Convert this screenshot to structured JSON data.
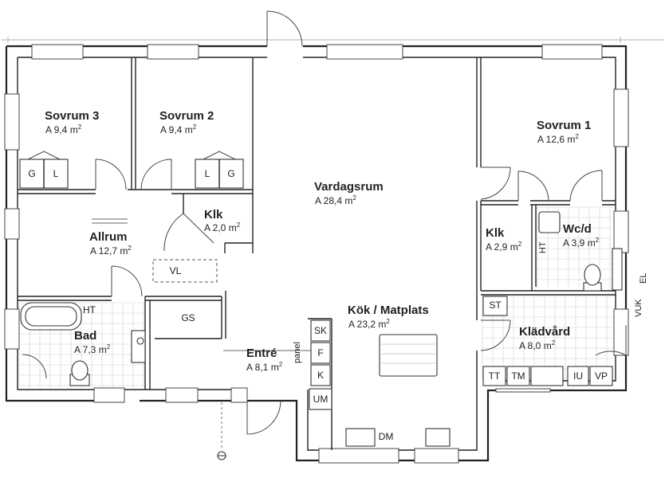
{
  "rooms": [
    {
      "id": "sovrum3",
      "name": "Sovrum 3",
      "area": "A 9,4 m",
      "sup": "2"
    },
    {
      "id": "sovrum2",
      "name": "Sovrum 2",
      "area": "A 9,4 m",
      "sup": "2"
    },
    {
      "id": "vardagsrum",
      "name": "Vardagsrum",
      "area": "A 28,4 m",
      "sup": "2"
    },
    {
      "id": "sovrum1",
      "name": "Sovrum 1",
      "area": "A 12,6 m",
      "sup": "2"
    },
    {
      "id": "klk-small",
      "name": "Klk",
      "area": "A 2,0 m",
      "sup": "2"
    },
    {
      "id": "allrum",
      "name": "Allrum",
      "area": "A 12,7 m",
      "sup": "2"
    },
    {
      "id": "klk-right",
      "name": "Klk",
      "area": "A 2,9 m",
      "sup": "2"
    },
    {
      "id": "wcd",
      "name": "Wc/d",
      "area": "A 3,9 m",
      "sup": "2"
    },
    {
      "id": "kok",
      "name": "Kök / Matplats",
      "area": "A 23,2 m",
      "sup": "2"
    },
    {
      "id": "bad",
      "name": "Bad",
      "area": "A 7,3 m",
      "sup": "2"
    },
    {
      "id": "entre",
      "name": "Entré",
      "area": "A 8,1 m",
      "sup": "2"
    },
    {
      "id": "kladvard",
      "name": "Klädvård",
      "area": "A 8,0 m",
      "sup": "2"
    }
  ],
  "fixtures": {
    "g1": "G",
    "l1": "L",
    "l2": "L",
    "g2": "G",
    "vl": "VL",
    "ht_bad": "HT",
    "gs": "GS",
    "sk": "SK",
    "f": "F",
    "k": "K",
    "um": "UM",
    "panel": "panel",
    "dm": "DM",
    "st": "ST",
    "tt": "TT",
    "tm": "TM",
    "iu": "IU",
    "vp": "VP",
    "ht_wc": "HT",
    "el": "EL",
    "vuk": "VUK"
  }
}
